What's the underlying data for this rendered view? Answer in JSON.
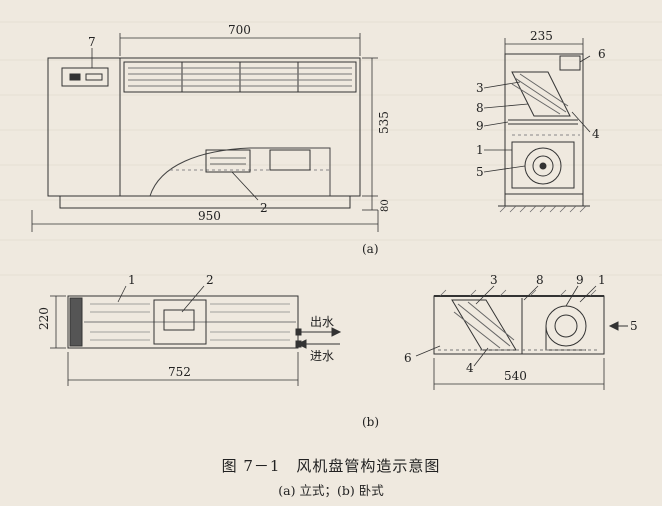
{
  "caption": {
    "title": "图 7－1　风机盘管构造示意图",
    "subtitle": "(a) 立式；(b) 卧式"
  },
  "panel_labels": {
    "a": "(a)",
    "b": "(b)"
  },
  "dimensions": {
    "a_width_top": "700",
    "a_width_total": "950",
    "a_height": "535",
    "a_foot": "80",
    "a_side_width": "235",
    "b_height": "220",
    "b_width_front": "752",
    "b_width_side": "540"
  },
  "pipe_labels": {
    "outlet": "出水",
    "inlet": "进水"
  },
  "part_numbers": {
    "n1": "1",
    "n2": "2",
    "n3": "3",
    "n4": "4",
    "n5": "5",
    "n6": "6",
    "n7": "7",
    "n8": "8",
    "n9": "9"
  },
  "colors": {
    "ink": "#333333",
    "paper": "#efe9df",
    "fill": "#d6d0c6"
  }
}
